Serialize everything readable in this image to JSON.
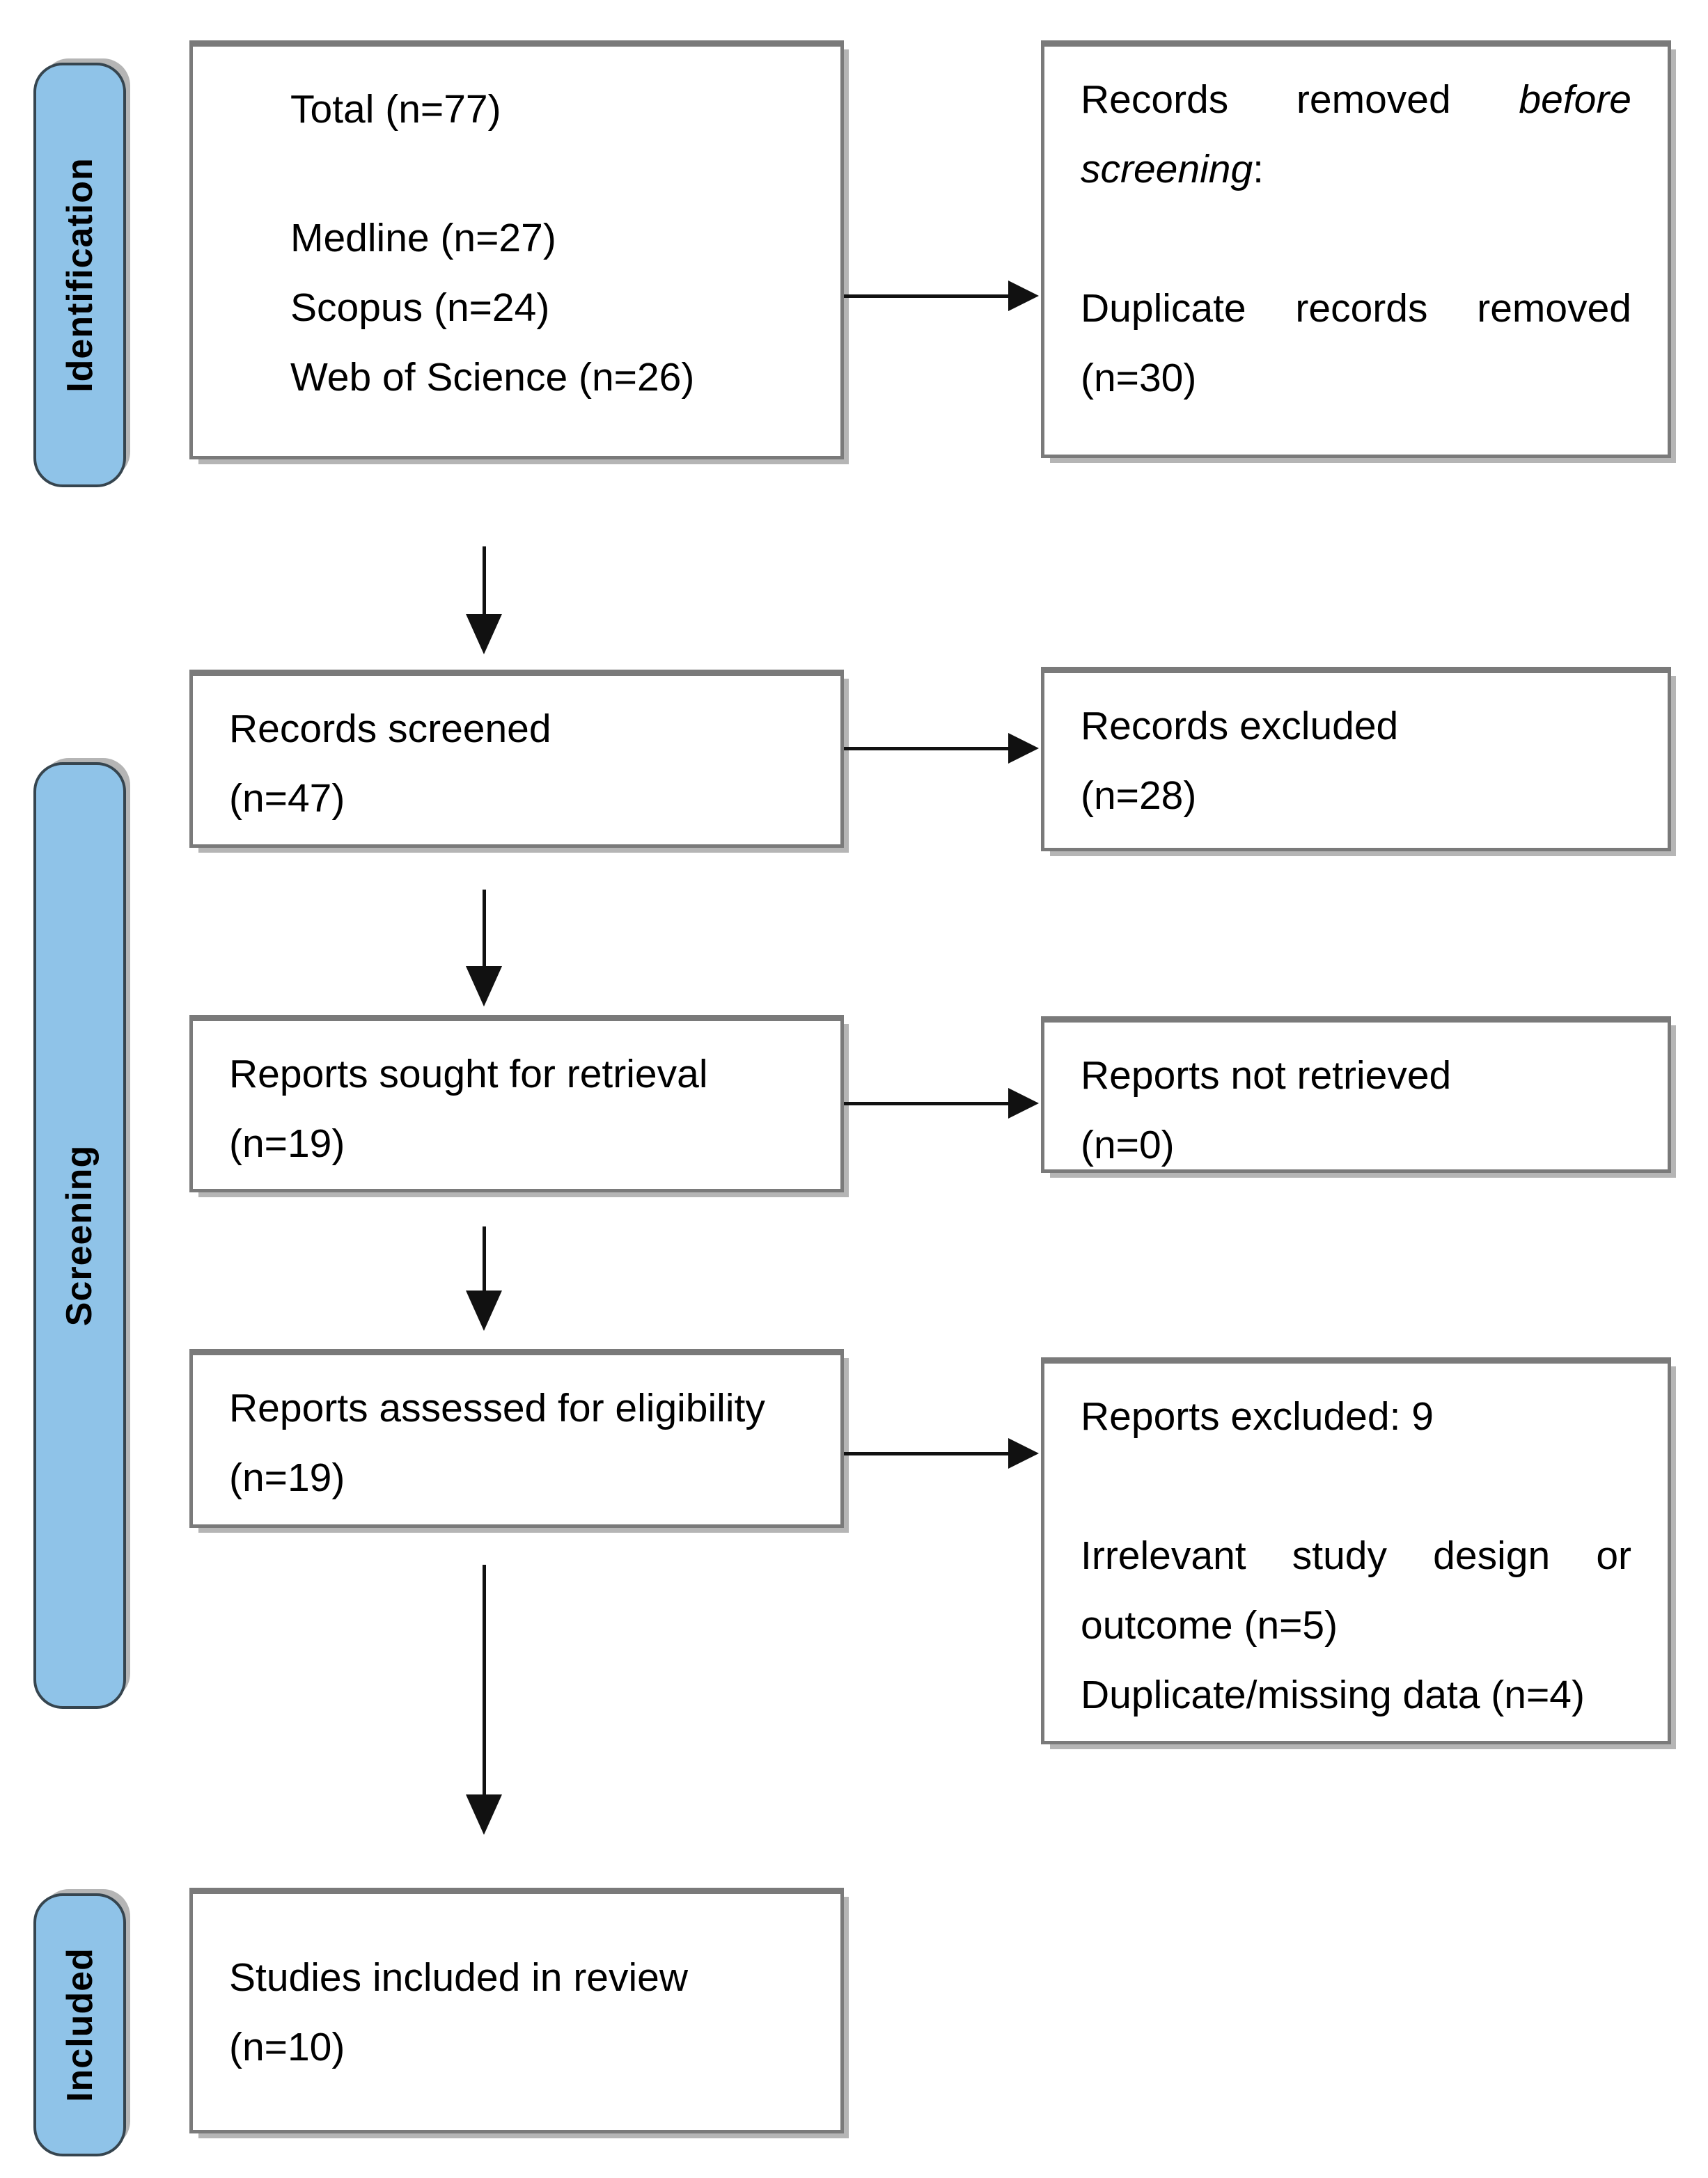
{
  "figure": {
    "stages": [
      {
        "label": "Identification"
      },
      {
        "label": "Screening"
      },
      {
        "label": "Included"
      }
    ],
    "boxes": {
      "sources": {
        "line_total": "Total (n=77)",
        "line_medline": "Medline (n=27)",
        "line_scopus": "Scopus (n=24)",
        "line_wos": "Web of Science (n=26)"
      },
      "removed_before": {
        "line1_regular": "Records removed ",
        "line1_italic": "before",
        "line2_italic": "screening",
        "line2_colon": ":",
        "line3": "Duplicate records removed",
        "line4": "(n=30)"
      },
      "screened": {
        "line1": "Records screened",
        "line2": "(n=47)"
      },
      "records_excluded": {
        "line1": "Records excluded",
        "line2": "(n=28)"
      },
      "sought": {
        "line1": "Reports sought for retrieval",
        "line2": "(n=19)"
      },
      "not_retrieved": {
        "line1": "Reports not retrieved",
        "line2": "(n=0)"
      },
      "assessed": {
        "line1": "Reports assessed for eligibility",
        "line2": "(n=19)"
      },
      "reports_excluded": {
        "line1": "Reports excluded: 9",
        "line2": "Irrelevant study design or",
        "line3": "outcome (n=5)",
        "line4": "Duplicate/missing data (n=4)"
      },
      "included_studies": {
        "line1": "Studies included in review",
        "line2": "(n=10)"
      }
    },
    "colors": {
      "stage_fill": "#8FC3E8",
      "stage_border": "#36454F",
      "box_border": "#7a7a7a",
      "arrow": "#111111"
    }
  }
}
